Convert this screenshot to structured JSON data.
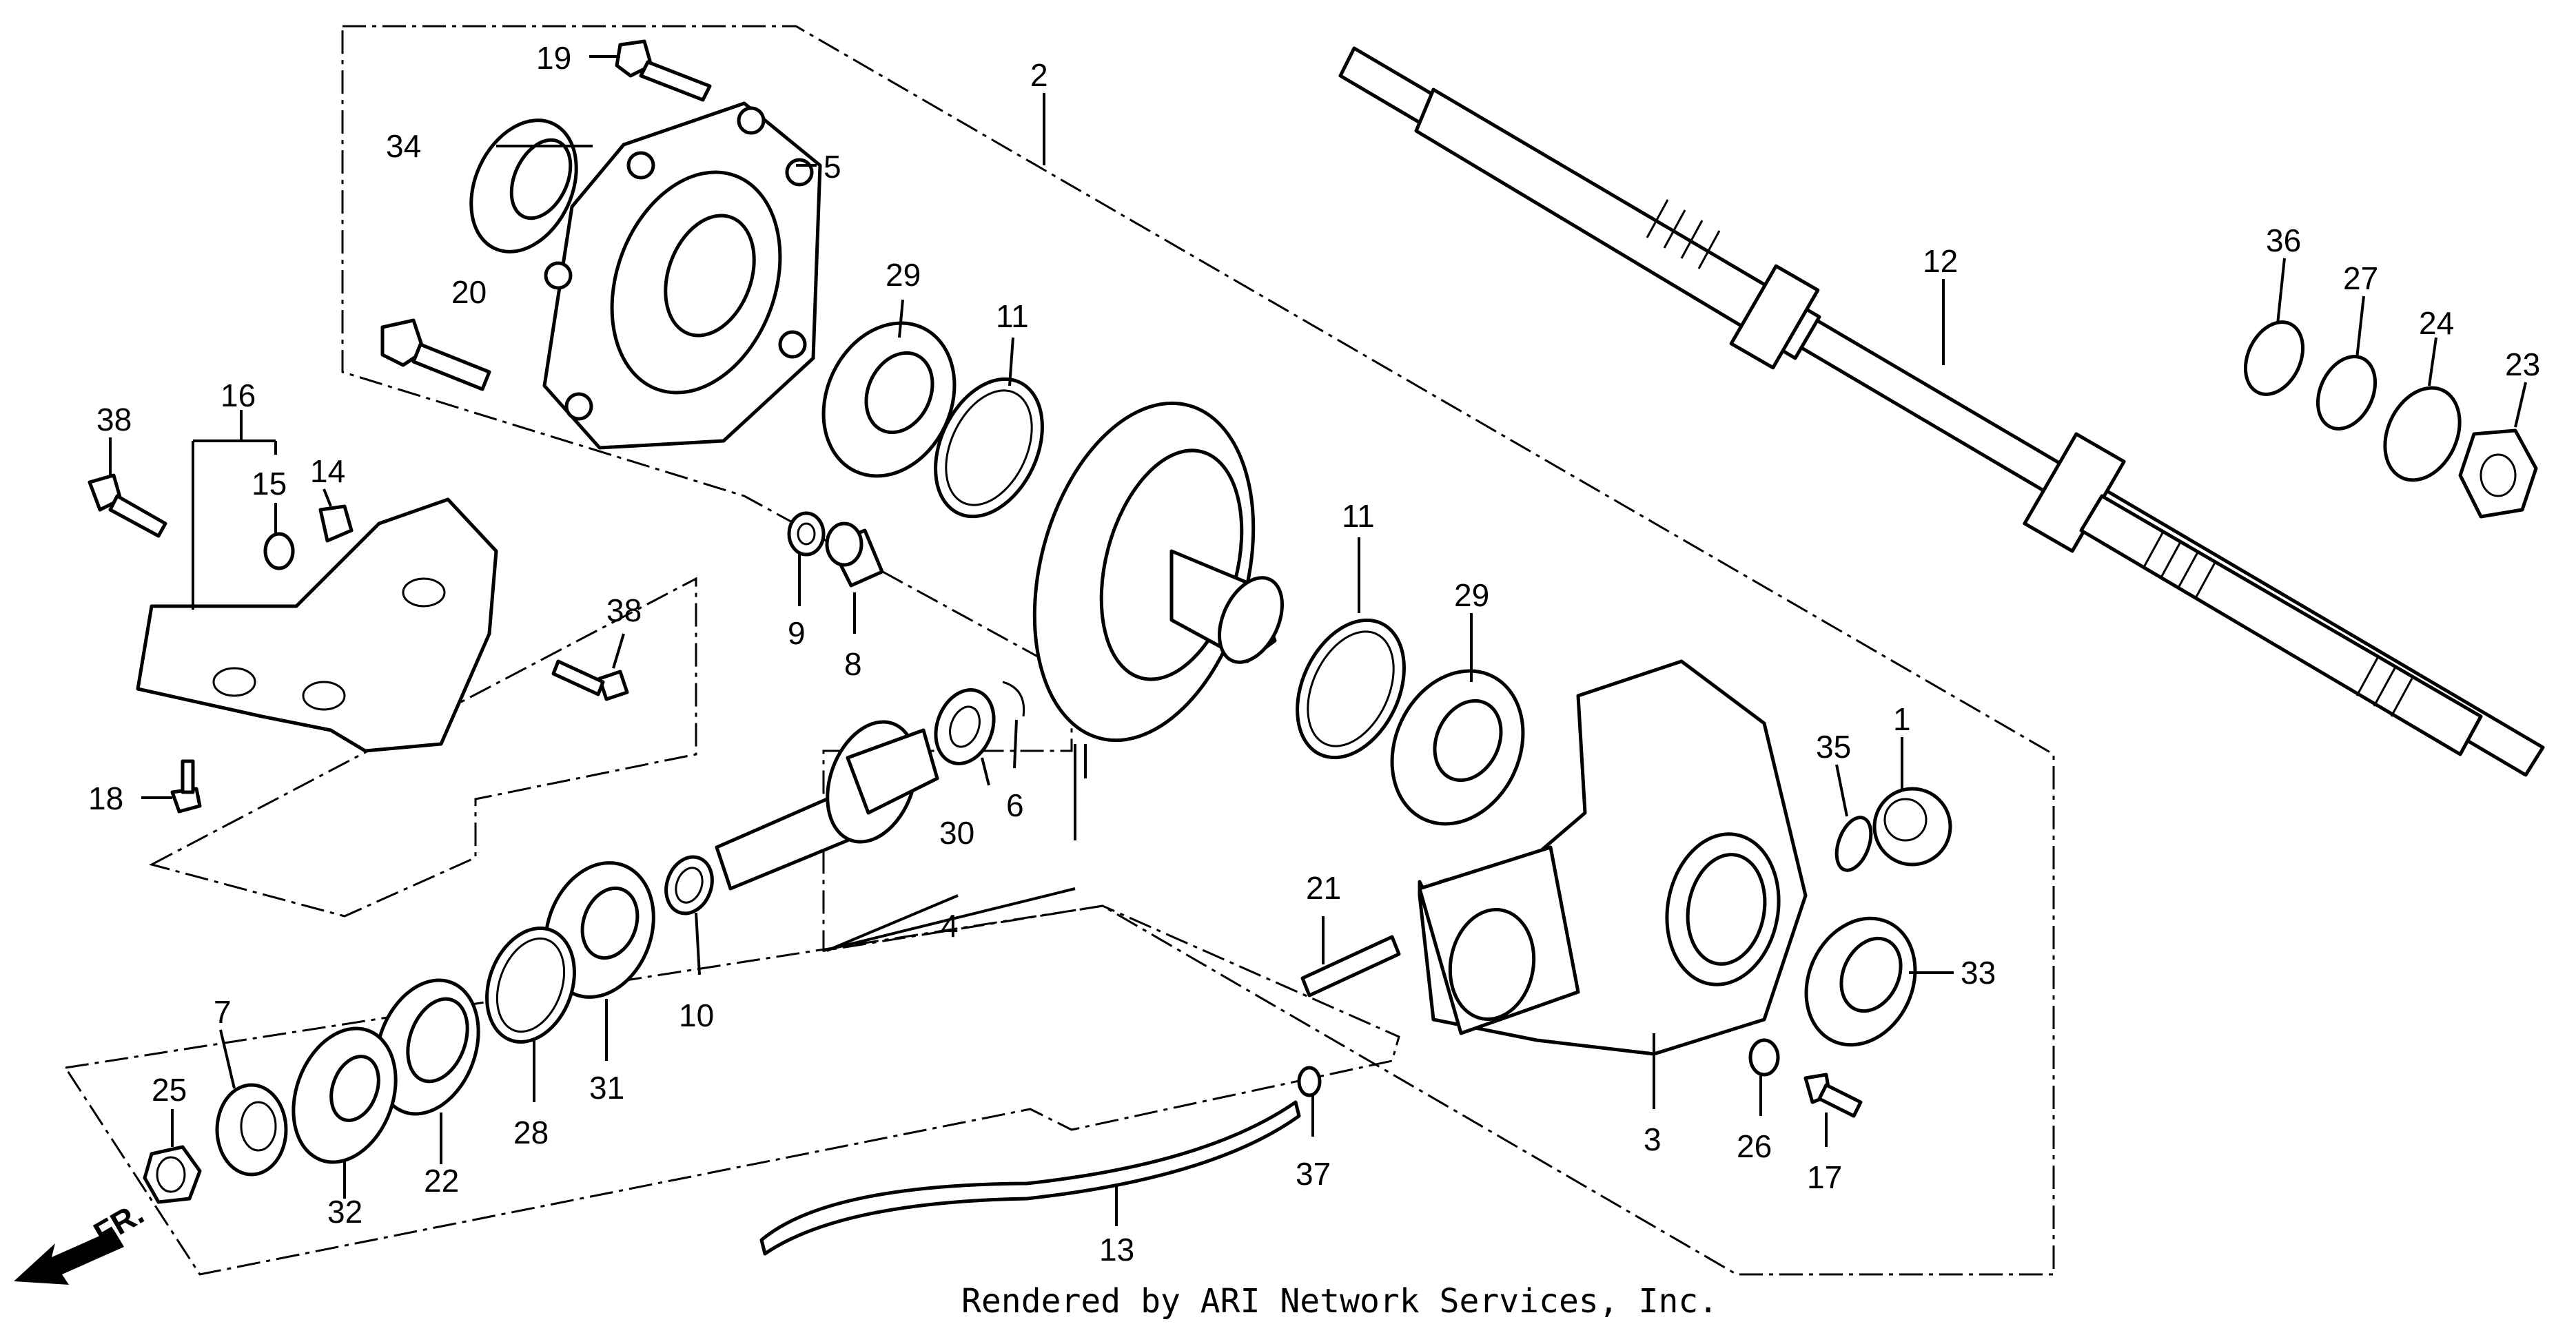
{
  "diagram": {
    "labels": {
      "l1": "1",
      "l2": "2",
      "l3": "3",
      "l4": "4",
      "l5": "5",
      "l6": "6",
      "l7": "7",
      "l8": "8",
      "l9": "9",
      "l10": "10",
      "l11a": "11",
      "l11b": "11",
      "l12": "12",
      "l13": "13",
      "l14": "14",
      "l15": "15",
      "l16": "16",
      "l17": "17",
      "l18": "18",
      "l19": "19",
      "l20": "20",
      "l21": "21",
      "l22": "22",
      "l23": "23",
      "l24": "24",
      "l25": "25",
      "l26": "26",
      "l27": "27",
      "l28": "28",
      "l29a": "29",
      "l29b": "29",
      "l30": "30",
      "l31": "31",
      "l32": "32",
      "l33": "33",
      "l34": "34",
      "l35": "35",
      "l36": "36",
      "l37": "37",
      "l38a": "38",
      "l38b": "38"
    },
    "front_marker": "FR.",
    "credit": "Rendered by ARI Network Services, Inc."
  }
}
